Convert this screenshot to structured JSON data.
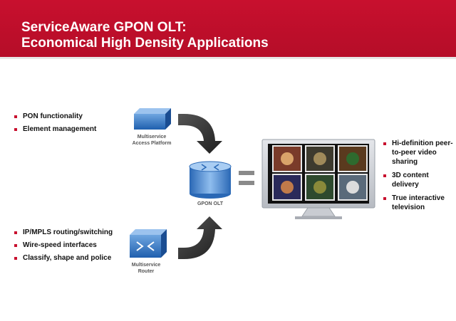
{
  "header": {
    "title_line1": "ServiceAware GPON OLT:",
    "title_line2": "Economical High Density Applications",
    "background_color": "#c8102e"
  },
  "top_left_bullets": [
    "PON functionality",
    "Element management"
  ],
  "bottom_left_bullets": [
    "IP/MPLS routing/switching",
    "Wire-speed interfaces",
    "Classify, shape and police"
  ],
  "right_bullets": [
    "Hi-definition peer-to-peer video sharing",
    "3D content delivery",
    "True interactive television"
  ],
  "devices": {
    "access_platform": {
      "line1": "Multiservice",
      "line2": "Access Platform",
      "icon": "access-platform-icon"
    },
    "router": {
      "line1": "Multiservice",
      "line2": "Router",
      "icon": "router-icon"
    },
    "olt": {
      "label": "GPON OLT",
      "icon": "olt-cylinder-icon"
    }
  },
  "equals_sign": "=",
  "display": {
    "icon": "flat-screen-tv-icon",
    "tile_count": 6
  }
}
